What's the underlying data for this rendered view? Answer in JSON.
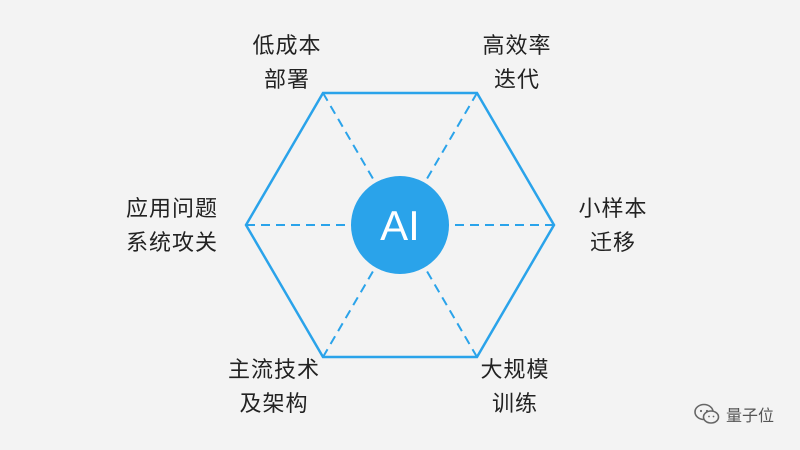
{
  "center": {
    "text": "AI",
    "color": "#2aa3ea"
  },
  "colors": {
    "hexagon_stroke": "#2aa3ea",
    "text": "#222222",
    "background": "#f3f3f3"
  },
  "nodes": [
    {
      "id": "top-left",
      "lines": [
        "低成本",
        "部署"
      ]
    },
    {
      "id": "top-right",
      "lines": [
        "高效率",
        "迭代"
      ]
    },
    {
      "id": "right",
      "lines": [
        "小样本",
        "迁移"
      ]
    },
    {
      "id": "bottom-right",
      "lines": [
        "大规模",
        "训练"
      ]
    },
    {
      "id": "bottom-left",
      "lines": [
        "主流技术",
        "及架构"
      ]
    },
    {
      "id": "left",
      "lines": [
        "应用问题",
        "系统攻关"
      ]
    }
  ],
  "watermark": {
    "text": "量子位",
    "icon": "wechat-icon"
  }
}
